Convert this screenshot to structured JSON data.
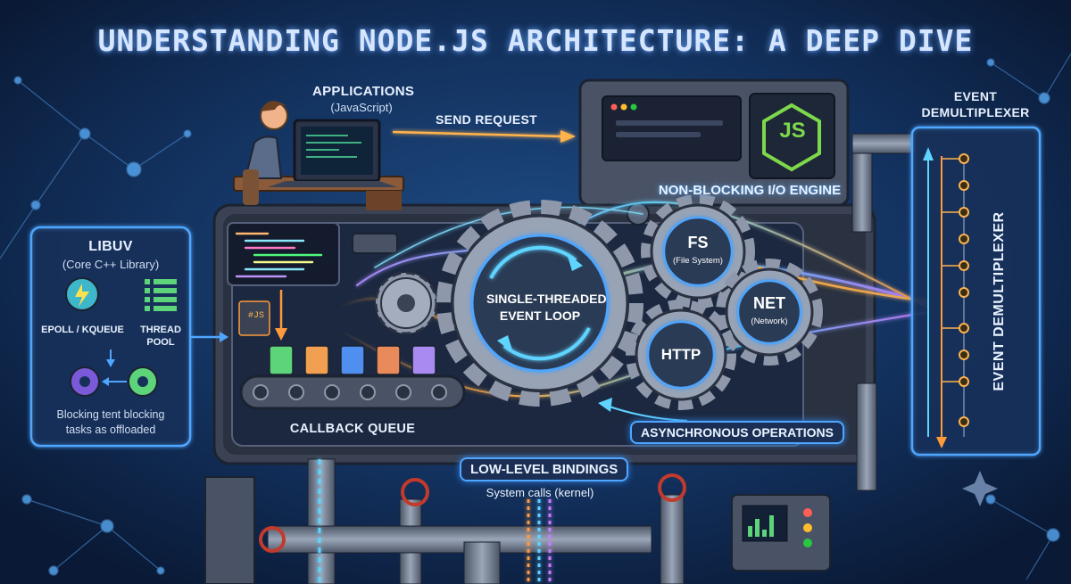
{
  "title": "UNDERSTANDING NODE.JS ARCHITECTURE: A DEEP DIVE",
  "applications": {
    "title": "APPLICATIONS",
    "subtitle": "(JavaScript)"
  },
  "send_request": "SEND REQUEST",
  "event_demux": {
    "title_line1": "EVENT",
    "title_line2": "DEMULTIPLEXER",
    "vertical_label": "EVENT DEMULTIPLEXER"
  },
  "non_blocking": "NON-BLOCKING I/O ENGINE",
  "libuv": {
    "title": "LIBUV",
    "subtitle": "(Core C++ Library)",
    "epoll": "EPOLL / KQUEUE",
    "thread_line1": "THREAD",
    "thread_line2": "POOL",
    "note_line1": "Blocking tent blocking",
    "note_line2": "tasks as offloaded"
  },
  "event_loop": {
    "line1": "SINGLE-THREADED",
    "line2": "EVENT LOOP"
  },
  "gears": {
    "fs": {
      "title": "FS",
      "sub": "(File System)"
    },
    "net": {
      "title": "NET",
      "sub": "(Network)"
    },
    "http": {
      "title": "HTTP"
    }
  },
  "callback_queue": "CALLBACK QUEUE",
  "async_ops": "ASYNCHRONOUS OPERATIONS",
  "low_level": {
    "title": "LOW-LEVEL BINDINGS",
    "subtitle": "System calls (kernel)"
  },
  "js_logo": "JS",
  "file_tag": "#JS",
  "colors": {
    "background": "#0c1d3a",
    "accent_blue": "#4fa6ff",
    "arrow_orange": "#ff9a3c",
    "node_green": "#7dd84a",
    "gear_gray": "#9aa4b4"
  }
}
